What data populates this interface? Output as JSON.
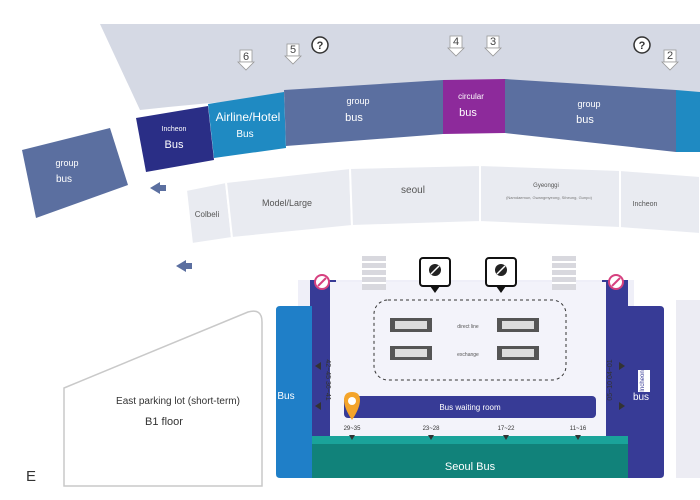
{
  "map": {
    "compass_letter": "E",
    "curb_bays": [
      {
        "id": "group-left",
        "title": "group",
        "label": "bus",
        "color": "#5b6fa0"
      },
      {
        "id": "incheon",
        "title": "Incheon",
        "label": "Bus",
        "color": "#2a2e86"
      },
      {
        "id": "airline-hotel",
        "title": "Airline/Hotel",
        "label": "Bus",
        "color": "#1f8ac2"
      },
      {
        "id": "group-center",
        "title": "group",
        "label": "bus",
        "color": "#5b6fa0"
      },
      {
        "id": "circular",
        "title": "circular",
        "label": "bus",
        "color": "#8d2a9b"
      },
      {
        "id": "group-right",
        "title": "group",
        "label": "bus",
        "color": "#5b6fa0"
      }
    ],
    "door_numbers": [
      "6",
      "5",
      "4",
      "3",
      "2"
    ],
    "inner_lanes": [
      "Colbeli",
      "Model/Large",
      "seoul",
      "Gyeonggi",
      "Incheon"
    ],
    "inner_lane_subtitle": "(Namdaemun, Gwangmyeong, Siheung, Gunpo)",
    "parking": {
      "title": "East parking lot (short-term)",
      "floor": "B1 floor"
    },
    "terminal": {
      "waiting_room": "Bus waiting room",
      "bottom_band": "Seoul Bus",
      "left_wing": "Bus",
      "right_wing": "bus",
      "right_wing_sign": "Incheon",
      "left_gates": "42~45 36~41",
      "right_gates": "05~10 04~01",
      "gate_ranges": [
        "29~35",
        "23~28",
        "17~22",
        "11~16"
      ],
      "ticket_rows": [
        "direct line",
        "exchange"
      ]
    },
    "colors": {
      "curb_gray": "#d5d9e4",
      "inner_gray": "#e9ebf1",
      "terminal_floor": "#efeff8",
      "wing_blue": "#1f7fc8",
      "wing_navy": "#373b96",
      "seoul_bus": "#11827a",
      "accent_pink": "#d6407f",
      "marker_orange": "#f4a42a"
    }
  }
}
